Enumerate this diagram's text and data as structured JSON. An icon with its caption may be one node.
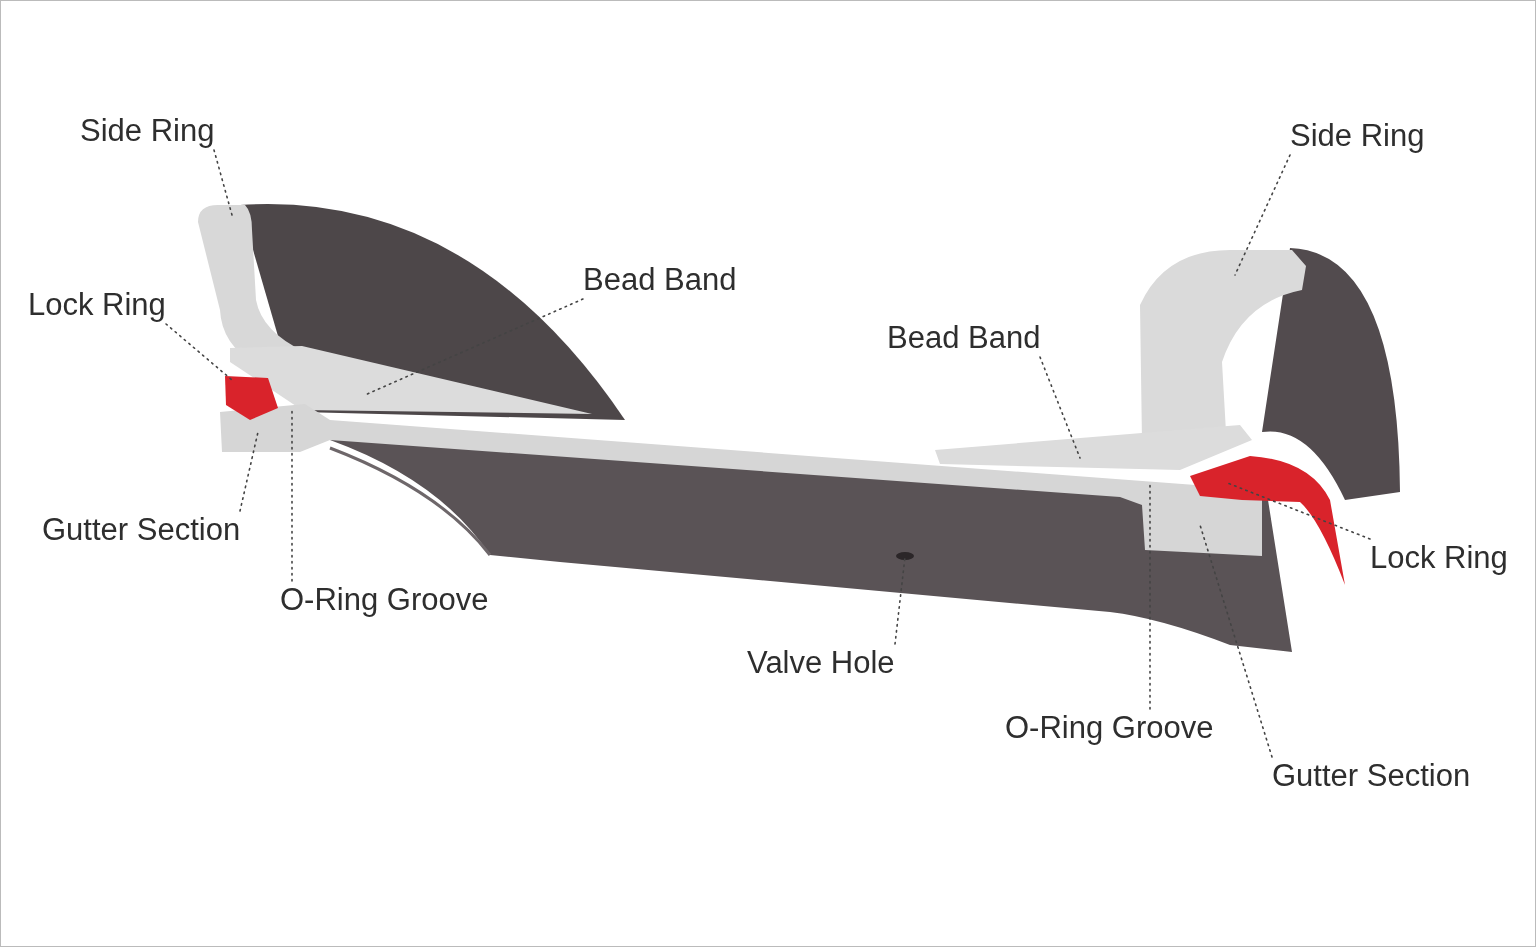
{
  "diagram": {
    "nodes": [
      {
        "text": [
          "Side Ring"
        ]
      },
      {
        "text": [
          "Side Ring"
        ]
      },
      {
        "text": [
          "Bead Band"
        ]
      },
      {
        "text": [
          "Lock Ring"
        ]
      },
      {
        "text": [
          "Bead Band"
        ]
      },
      {
        "text": [
          "Gutter Section"
        ]
      },
      {
        "text": [
          "O-Ring Groove"
        ]
      },
      {
        "text": [
          "Lock Ring"
        ]
      },
      {
        "text": [
          "Valve Hole"
        ]
      },
      {
        "text": [
          "O-Ring Groove"
        ]
      },
      {
        "text": [
          "Gutter Section"
        ]
      }
    ],
    "edges": [
      {
        "from": 0,
        "to": null,
        "arrow": "none"
      },
      {
        "from": 1,
        "to": null,
        "arrow": "none"
      },
      {
        "from": 2,
        "to": null,
        "arrow": "none"
      },
      {
        "from": 3,
        "to": null,
        "arrow": "none"
      },
      {
        "from": 4,
        "to": null,
        "arrow": "none"
      },
      {
        "from": 5,
        "to": null,
        "arrow": "none"
      },
      {
        "from": 6,
        "to": null,
        "arrow": "none"
      },
      {
        "from": 7,
        "to": null,
        "arrow": "none"
      },
      {
        "from": 8,
        "to": null,
        "arrow": "none"
      },
      {
        "from": 9,
        "to": null,
        "arrow": "none"
      },
      {
        "from": 10,
        "to": null,
        "arrow": "none"
      }
    ]
  }
}
